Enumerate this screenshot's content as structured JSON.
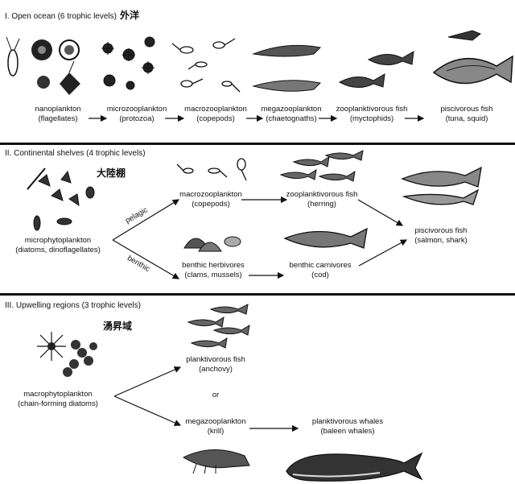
{
  "sections": [
    {
      "title": "I. Open ocean (6 trophic levels)",
      "cjk": "外洋",
      "nodes": [
        {
          "name": "nanoplankton",
          "detail": "(flagellates)"
        },
        {
          "name": "microzooplankton",
          "detail": "(protozoa)"
        },
        {
          "name": "macrozooplankton",
          "detail": "(copepods)"
        },
        {
          "name": "megazooplankton",
          "detail": "(chaetognaths)"
        },
        {
          "name": "zooplanktivorous fish",
          "detail": "(myctophids)"
        },
        {
          "name": "piscivorous fish",
          "detail": "(tuna, squid)"
        }
      ]
    },
    {
      "title": "II. Continental shelves (4 trophic levels)",
      "cjk": "大陸棚",
      "nodes": [
        {
          "name": "microphytoplankton",
          "detail": "(diatoms, dinoflagellates)"
        },
        {
          "name": "macrozooplankton",
          "detail": "(copepods)"
        },
        {
          "name": "zooplanktivorous fish",
          "detail": "(herring)"
        },
        {
          "name": "benthic herbivores",
          "detail": "(clams, mussels)"
        },
        {
          "name": "benthic carnivores",
          "detail": "(cod)"
        },
        {
          "name": "piscivorous fish",
          "detail": "(salmon, shark)"
        }
      ],
      "branches": {
        "upper": "pelagic",
        "lower": "benthic"
      }
    },
    {
      "title": "III. Upwelling regions (3 trophic levels)",
      "cjk": "湧昇域",
      "nodes": [
        {
          "name": "macrophytoplankton",
          "detail": "(chain-forming diatoms)"
        },
        {
          "name": "planktivorous fish",
          "detail": "(anchovy)"
        },
        {
          "name": "megazooplankton",
          "detail": "(krill)"
        },
        {
          "name": "planktivorous whales",
          "detail": "(baleen whales)"
        }
      ],
      "connector": "or"
    }
  ]
}
